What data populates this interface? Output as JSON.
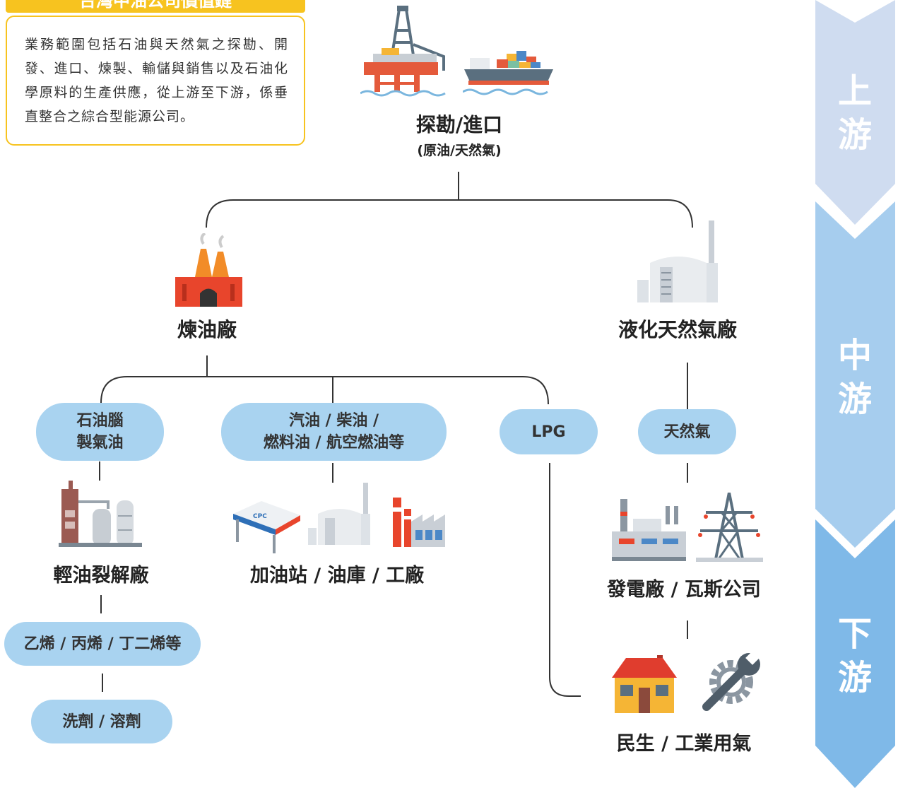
{
  "header": {
    "tab_title": "台灣中油公司價值鏈",
    "intro_text": "業務範圍包括石油與天然氣之探勘、開發、進口、煉製、輸儲與銷售以及石油化學原料的生產供應，從上游至下游，係垂直整合之綜合型能源公司。"
  },
  "stages": {
    "upstream": [
      "上",
      "游"
    ],
    "midstream": [
      "中",
      "游"
    ],
    "downstream": [
      "下",
      "游"
    ]
  },
  "nodes": {
    "exploration": {
      "label": "探勘/進口",
      "sub": "(原油/天然氣)"
    },
    "refinery": "煉油廠",
    "lng_plant": "液化天然氣廠",
    "naphtha": [
      "石油腦",
      "製氣油"
    ],
    "fuels": [
      "汽油 / 柴油 /",
      "燃料油 / 航空燃油等"
    ],
    "lpg": "LPG",
    "natural_gas": "天然氣",
    "cracking_plant": "輕油裂解廠",
    "stations": "加油站 / 油庫 / 工廠",
    "power": "發電廠 / 瓦斯公司",
    "olefins": "乙烯 / 丙烯 / 丁二烯等",
    "detergents": "洗劑 / 溶劑",
    "civil_gas": "民生 / 工業用氣"
  },
  "icons": {
    "oil_rig": "oil-rig-icon",
    "cargo_ship": "cargo-ship-icon",
    "refinery": "refinery-icon",
    "lng": "lng-plant-icon",
    "cracker": "cracking-plant-icon",
    "gas_station": "gas-station-icon",
    "depot": "oil-depot-icon",
    "factory": "factory-icon",
    "power_plant": "power-plant-icon",
    "pylon": "power-pylon-icon",
    "house": "house-icon",
    "gear_wrench": "gear-wrench-icon",
    "station_brand": "CPC"
  },
  "colors": {
    "accent_yellow": "#f7c31f",
    "pill_blue": "#a9d3f0",
    "stage_light": "#cfdcf0",
    "stage_mid": "#a6cdee",
    "stage_dark": "#7fb9e8"
  }
}
